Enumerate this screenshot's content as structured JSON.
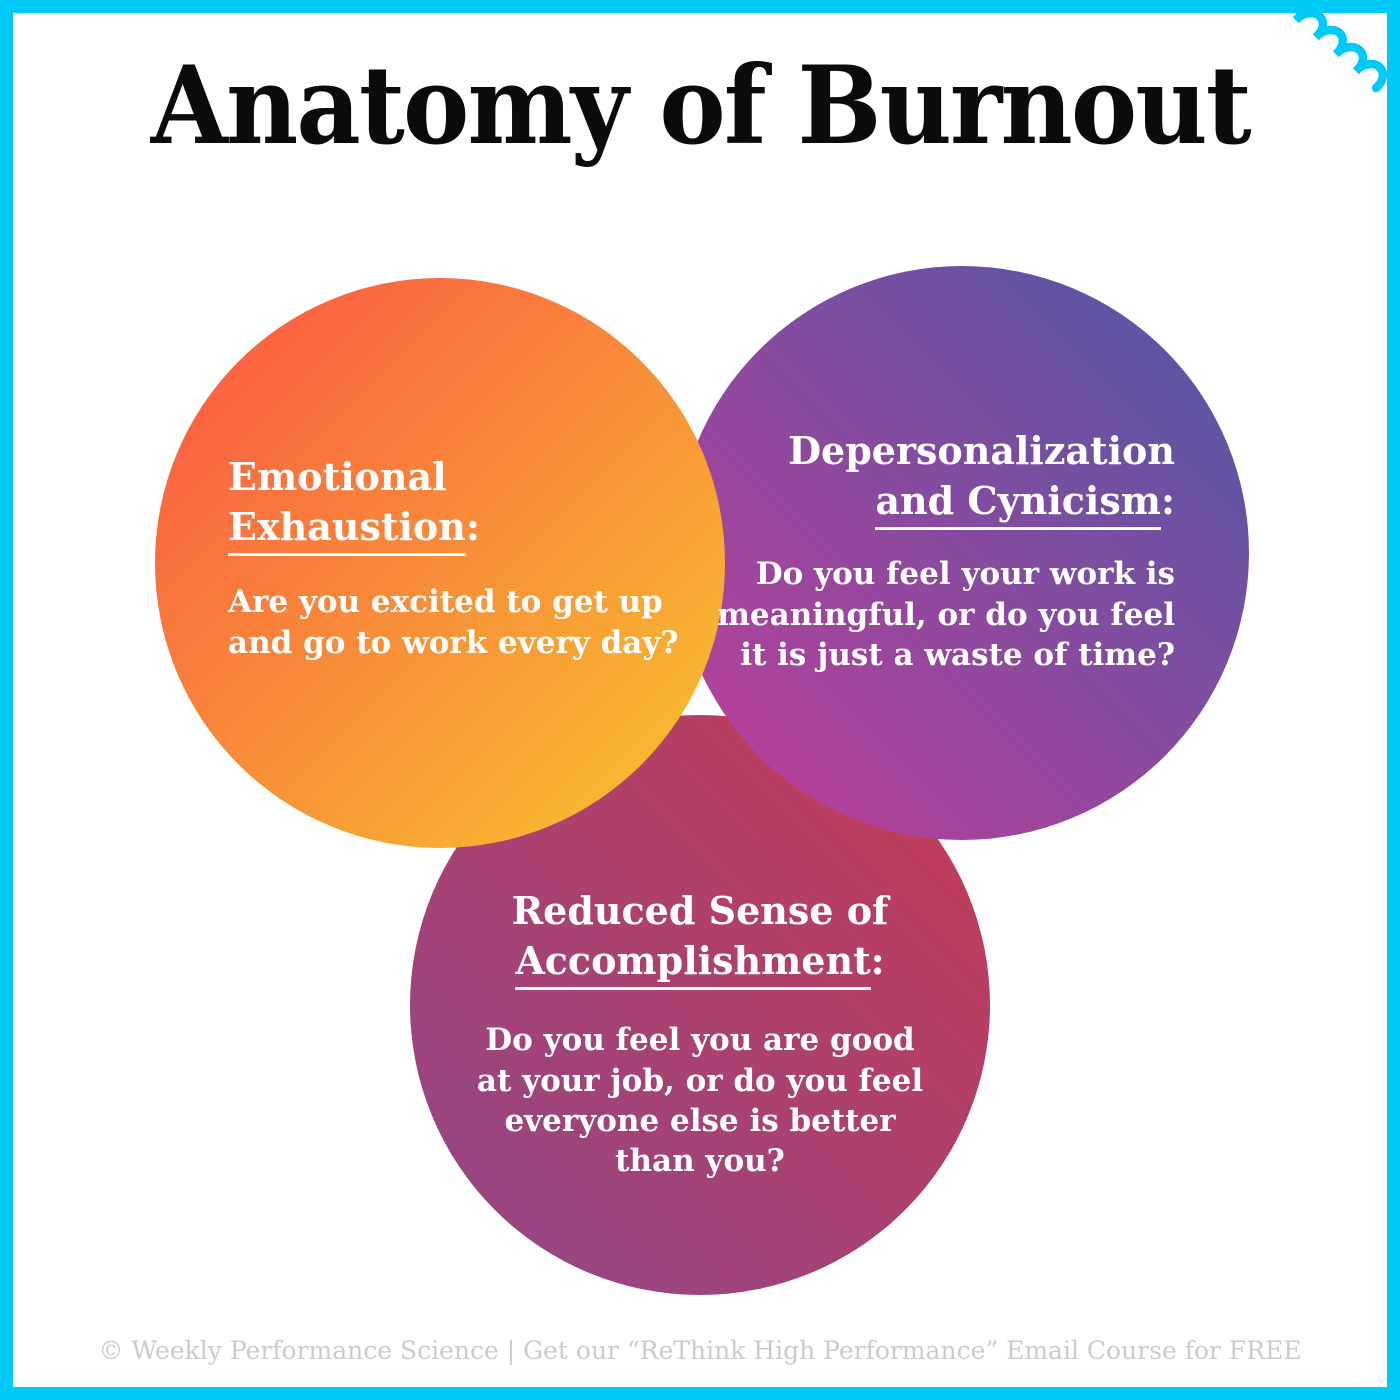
{
  "page": {
    "title": "Anatomy of Burnout",
    "footer": "© Weekly Performance Science | Get our “ReThink High Performance” Email Course for FREE",
    "accent_color": "#00CBF8",
    "background_color": "#FFFFFF",
    "title_color": "#0B0B0B",
    "footer_color": "#CBCBCB"
  },
  "circles": [
    {
      "name": "emotional-exhaustion",
      "heading": {
        "line1": "Emotional",
        "underlined": "Exhaustion",
        "suffix": ":"
      },
      "body": "Are you excited to get up\nand go to work every day?",
      "text_color": "#FFFFFF",
      "gradient": {
        "angle": "135deg",
        "from": "#FA5244",
        "to": "#F7C72E"
      }
    },
    {
      "name": "depersonalization-and-cynicism",
      "heading": {
        "line1": "Depersonalization",
        "underlined": "and Cynicism",
        "suffix": ":"
      },
      "body": "Do you feel your work is\nmeaningful, or do you feel\nit is just a waste of time?",
      "text_color": "#FFFFFF",
      "gradient": {
        "angle": "45deg",
        "from": "#C33D98",
        "to": "#4D58A5"
      }
    },
    {
      "name": "reduced-sense-of-accomplishment",
      "heading": {
        "line1": "Reduced Sense of",
        "underlined": "Accomplishment",
        "suffix": ":"
      },
      "body": "Do you feel you are good\nat your job, or do you feel\neveryone else is better\nthan you?",
      "text_color": "#FFFFFF",
      "gradient": {
        "angle": "45deg",
        "from": "#90478A",
        "to": "#C53B54"
      }
    }
  ]
}
